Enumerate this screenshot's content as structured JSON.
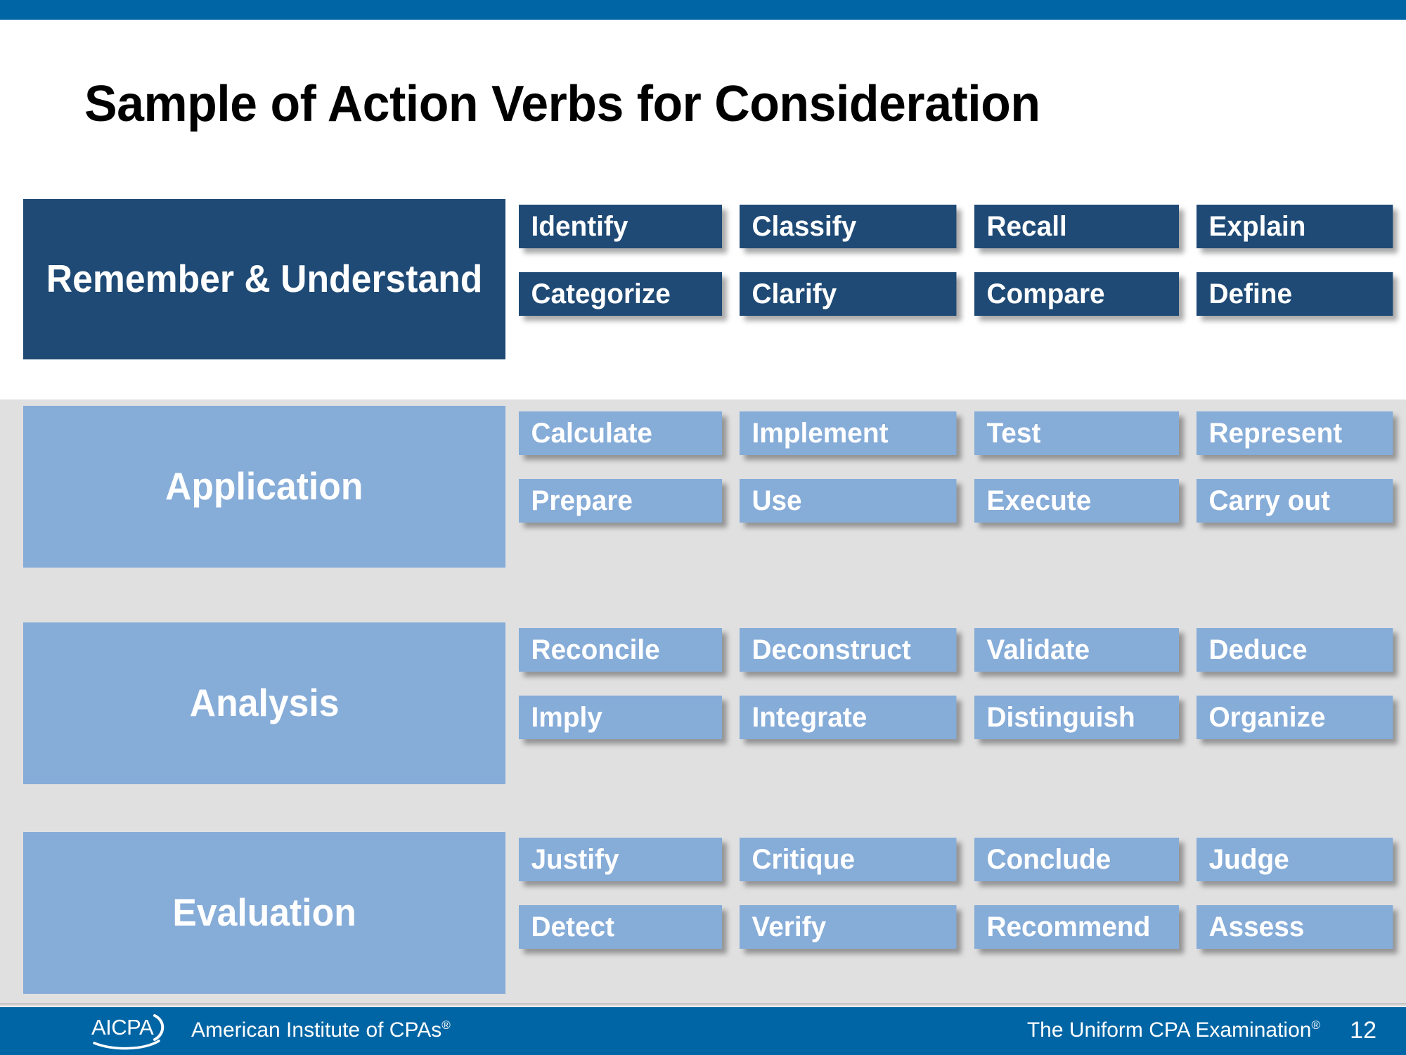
{
  "slide": {
    "title": "Sample of Action Verbs for Consideration",
    "page_number": "12"
  },
  "colors": {
    "top_bar": "#0065A4",
    "footer_bar": "#0065A4",
    "dark_blue": "#1F4A75",
    "light_blue": "#86ACD8",
    "band_gray": "#E0E0E0",
    "title_text": "#000000",
    "box_text": "#FFFFFF"
  },
  "rows": [
    {
      "category": "Remember & Understand",
      "style": "dark",
      "verbs_row1": [
        "Identify",
        "Classify",
        "Recall",
        "Explain"
      ],
      "verbs_row2": [
        "Categorize",
        "Clarify",
        "Compare",
        "Define"
      ]
    },
    {
      "category": "Application",
      "style": "light",
      "verbs_row1": [
        "Calculate",
        "Implement",
        "Test",
        "Represent"
      ],
      "verbs_row2": [
        "Prepare",
        "Use",
        "Execute",
        "Carry out"
      ]
    },
    {
      "category": "Analysis",
      "style": "light",
      "verbs_row1": [
        "Reconcile",
        "Deconstruct",
        "Validate",
        "Deduce"
      ],
      "verbs_row2": [
        "Imply",
        "Integrate",
        "Distinguish",
        "Organize"
      ]
    },
    {
      "category": "Evaluation",
      "style": "light",
      "verbs_row1": [
        "Justify",
        "Critique",
        "Conclude",
        "Judge"
      ],
      "verbs_row2": [
        "Detect",
        "Verify",
        "Recommend",
        "Assess"
      ]
    }
  ],
  "footer": {
    "logo_text": "AICPA",
    "org_name": "American Institute of CPAs",
    "org_mark": "®",
    "exam_name": "The Uniform CPA Examination",
    "exam_mark": "®",
    "page_number": "12"
  }
}
